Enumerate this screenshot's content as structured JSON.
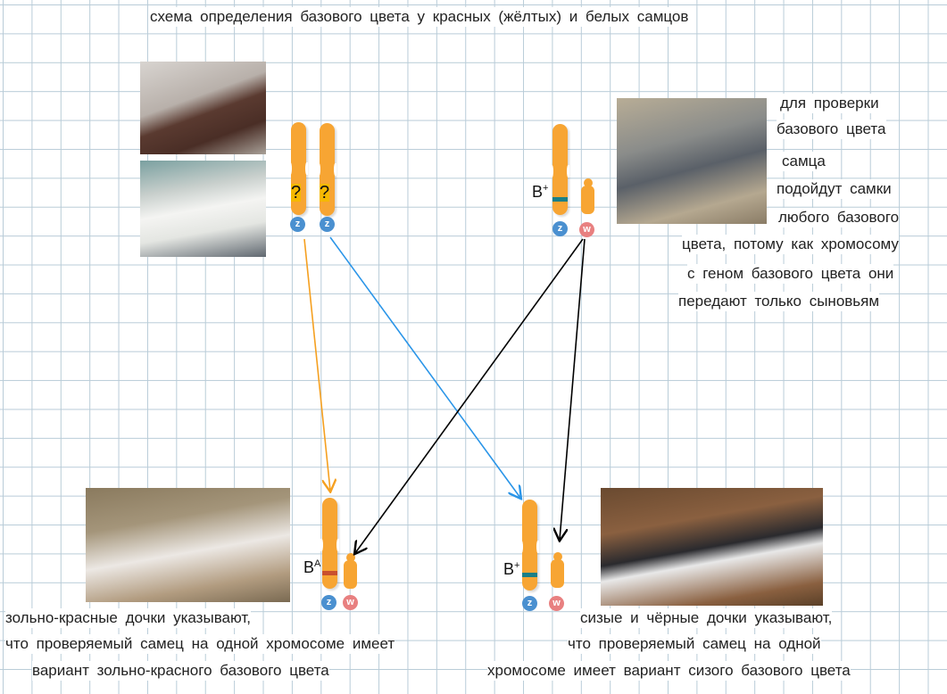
{
  "title": "схема определения базового цвета у красных (жёлтых) и белых самцов",
  "right_note": [
    "для проверки",
    "базового цвета",
    "самца",
    "подойдут самки",
    "любого базового",
    "цвета, потому как хромосому",
    "с геном базового цвета они",
    "передают только сыновьям"
  ],
  "left_caption": [
    "зольно-красные дочки указывают,",
    "что проверяемый самец на одной хромосоме имеет",
    "вариант зольно-красного базового цвета"
  ],
  "right_caption": [
    "сизые и чёрные дочки указывают,",
    "что проверяемый самец на одной",
    "хромосоме имеет вариант сизого базового цвета"
  ],
  "chromosomes": {
    "z": "z",
    "w": "w",
    "unknown": "?",
    "allele_base": "B",
    "allele_plus": "+",
    "allele_a": "A"
  },
  "colors": {
    "chromosome": "#f7a533",
    "band_blue": "#1a7f86",
    "band_red": "#c9502e",
    "arrow_orange": "#f5a020",
    "arrow_blue": "#2a95e8",
    "arrow_black": "#000000"
  }
}
